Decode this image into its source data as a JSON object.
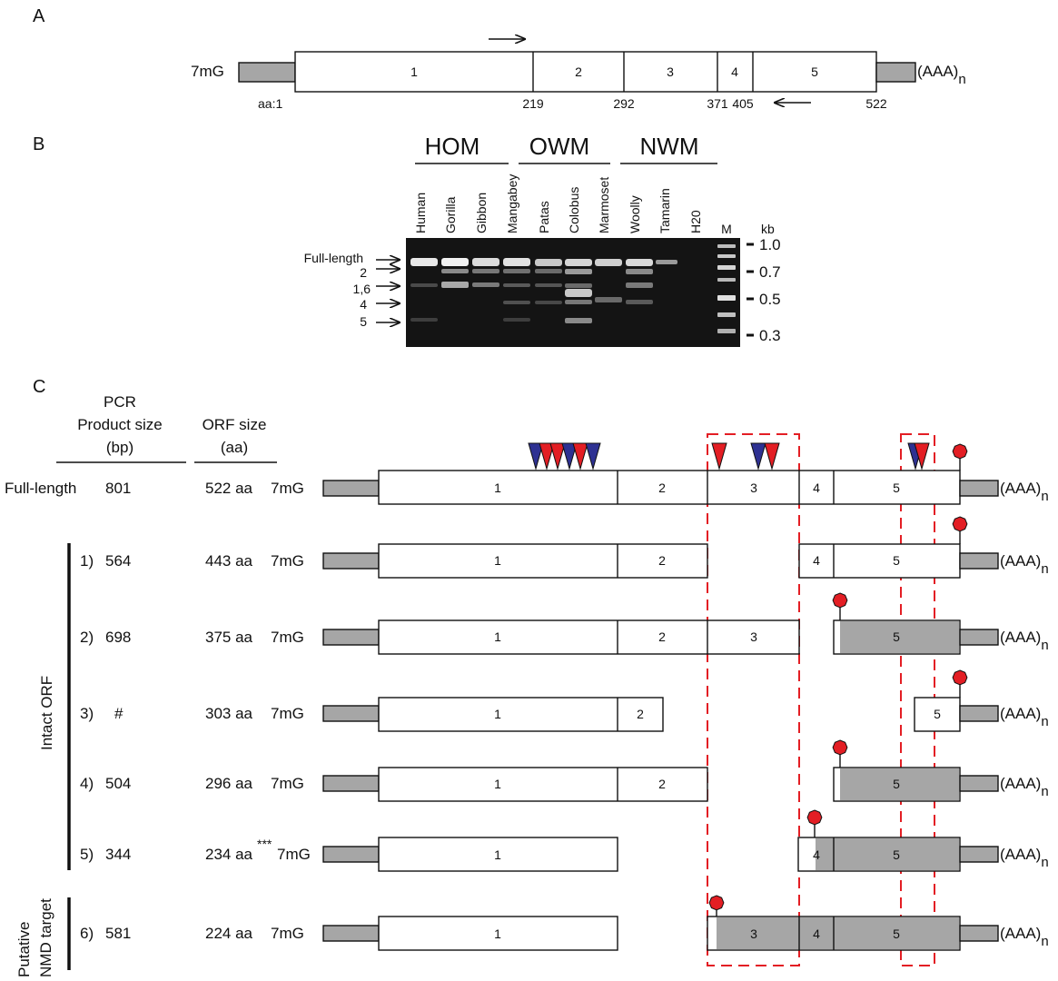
{
  "panels": {
    "a": "A",
    "b": "B",
    "c": "C"
  },
  "panel_a": {
    "cap5": "7mG",
    "cap3": "(AAA)",
    "cap3_sub": "n",
    "exons": [
      "1",
      "2",
      "3",
      "4",
      "5"
    ],
    "aa_prefix": "aa:1",
    "aa_positions": [
      "219",
      "292",
      "371",
      "405",
      "522"
    ]
  },
  "panel_b": {
    "groups": [
      "HOM",
      "OWM",
      "NWM"
    ],
    "lanes": [
      "Human",
      "Gorilla",
      "Gibbon",
      "Mangabey",
      "Patas",
      "Colobus",
      "Marmoset",
      "Woolly",
      "Tamarin",
      "H20",
      "M"
    ],
    "unit": "kb",
    "markers": [
      "1.0",
      "0.7",
      "0.5",
      "0.3"
    ],
    "band_labels": [
      "Full-length",
      "2",
      "1,6",
      "4",
      "5"
    ]
  },
  "panel_c": {
    "headers": {
      "pcr_line1": "PCR",
      "pcr_line2": "Product size",
      "pcr_line3": "(bp)",
      "orf_line1": "ORF size",
      "orf_line2": "(aa)"
    },
    "side_labels": {
      "intact": "Intact ORF",
      "nmd_line1": "Putative",
      "nmd_line2": "NMD target"
    },
    "cap5": "7mG",
    "cap3": "(AAA)",
    "cap3_sub": "n",
    "stars": "***",
    "rows": [
      {
        "num": "Full-length",
        "pcr": "801",
        "orf": "522 aa",
        "exons": [
          "1",
          "2",
          "3",
          "4",
          "5"
        ]
      },
      {
        "num": "1)",
        "pcr": "564",
        "orf": "443 aa",
        "exons": [
          "1",
          "2",
          "4",
          "5"
        ]
      },
      {
        "num": "2)",
        "pcr": "698",
        "orf": "375 aa",
        "exons": [
          "1",
          "2",
          "3",
          "5"
        ]
      },
      {
        "num": "3)",
        "pcr": "#",
        "orf": "303 aa",
        "exons": [
          "1",
          "2",
          "5"
        ]
      },
      {
        "num": "4)",
        "pcr": "504",
        "orf": "296 aa",
        "exons": [
          "1",
          "2",
          "5"
        ]
      },
      {
        "num": "5)",
        "pcr": "344",
        "orf": "234 aa",
        "exons": [
          "1",
          "4",
          "5"
        ]
      },
      {
        "num": "6)",
        "pcr": "581",
        "orf": "224 aa",
        "exons": [
          "1",
          "3",
          "4",
          "5"
        ]
      }
    ]
  },
  "colors": {
    "red": "#e31e24",
    "blue": "#2e3192",
    "utr": "#a6a6a6"
  }
}
